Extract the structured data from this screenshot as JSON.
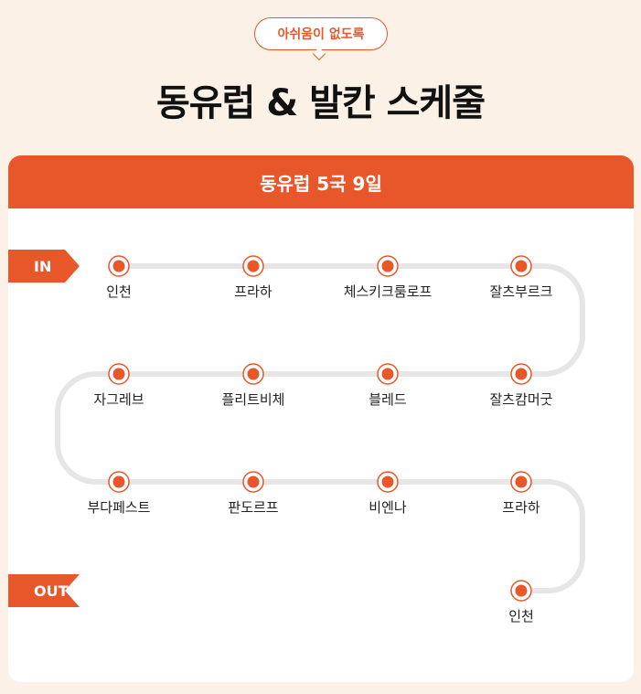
{
  "badge": "아쉬움이 없도록",
  "title": "동유럽 & 발칸 스케줄",
  "card": {
    "header": "동유럽 5국 9일"
  },
  "flags": {
    "in": "IN",
    "out": "OUT"
  },
  "colors": {
    "accent": "#e8572a",
    "track": "#e6e6e6",
    "background": "#fbf1e6"
  },
  "stops": [
    "인천",
    "프라하",
    "체스키크룸로프",
    "잘츠부르크",
    "잘츠캄머굿",
    "블레드",
    "플리트비체",
    "자그레브",
    "부다페스트",
    "판도르프",
    "비엔나",
    "프라하",
    "인천"
  ]
}
